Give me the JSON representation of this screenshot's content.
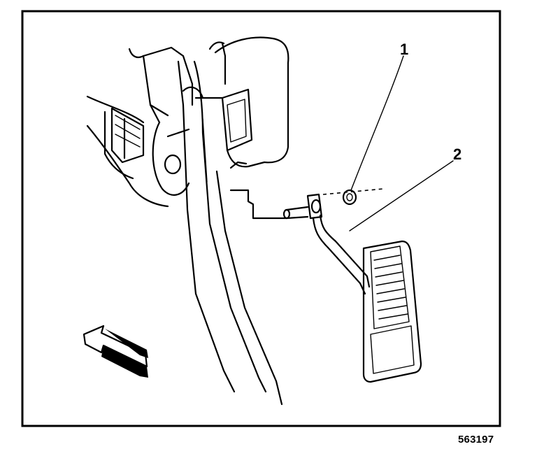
{
  "callouts": [
    {
      "number": "1",
      "target": "washer"
    },
    {
      "number": "2",
      "target": "accelerator-pedal"
    }
  ],
  "figure_id": "563197"
}
